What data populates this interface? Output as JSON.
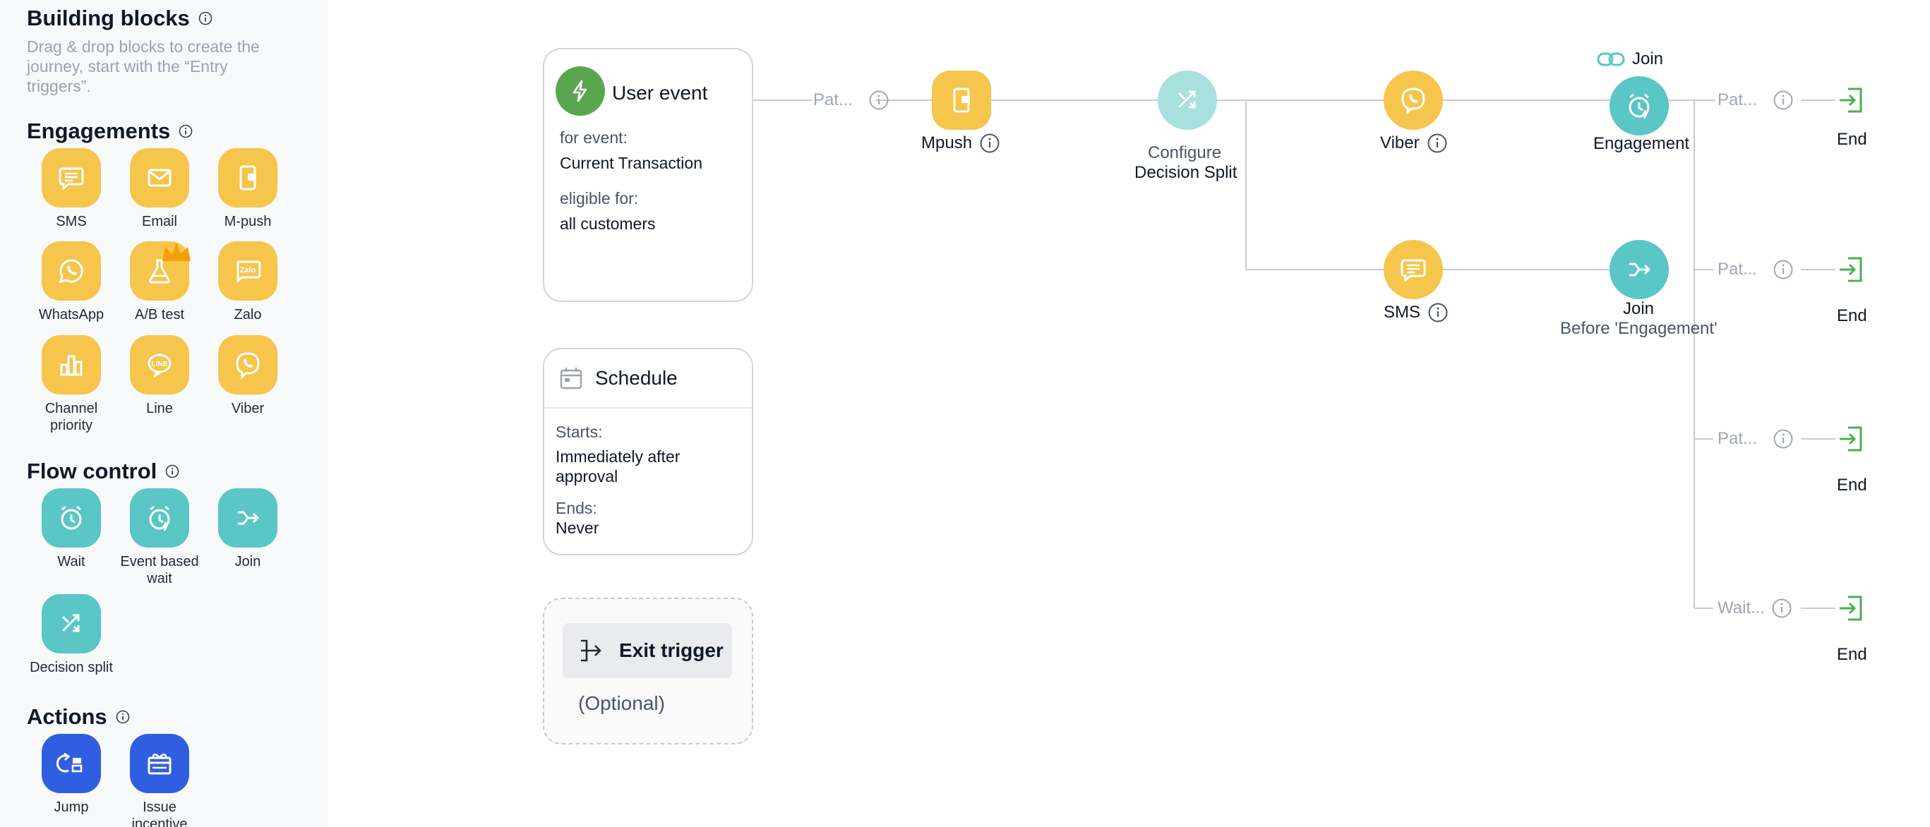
{
  "sidebar": {
    "title": "Building blocks",
    "description": "Drag & drop blocks to create the journey, start with the “Entry triggers”.",
    "engagements": {
      "title": "Engagements",
      "items": [
        {
          "label": "SMS",
          "icon": "sms-icon"
        },
        {
          "label": "Email",
          "icon": "email-icon"
        },
        {
          "label": "M-push",
          "icon": "mobile-push-icon"
        },
        {
          "label": "WhatsApp",
          "icon": "whatsapp-icon"
        },
        {
          "label": "A/B test",
          "icon": "flask-icon"
        },
        {
          "label": "Zalo",
          "icon": "zalo-icon"
        },
        {
          "label": "Channel priority",
          "icon": "bar-chart-icon"
        },
        {
          "label": "Line",
          "icon": "line-icon"
        },
        {
          "label": "Viber",
          "icon": "viber-icon"
        }
      ]
    },
    "flow_control": {
      "title": "Flow control",
      "items": [
        {
          "label": "Wait",
          "icon": "clock-icon"
        },
        {
          "label": "Event based wait",
          "icon": "event-clock-icon"
        },
        {
          "label": "Join",
          "icon": "join-icon"
        },
        {
          "label": "Decision split",
          "icon": "split-icon"
        }
      ]
    },
    "actions": {
      "title": "Actions",
      "items": [
        {
          "label": "Jump",
          "icon": "jump-icon"
        },
        {
          "label": "Issue incentive",
          "icon": "gift-icon"
        }
      ]
    },
    "zalo_text": "Zalo",
    "line_text": "LINE"
  },
  "canvas": {
    "user_event": {
      "title": "User event",
      "for_event_label": "for event:",
      "for_event_value": "Current Transaction",
      "eligible_label": "eligible for:",
      "eligible_value": "all customers"
    },
    "schedule": {
      "title": "Schedule",
      "starts_label": "Starts:",
      "starts_value": "Immediately after approval",
      "ends_label": "Ends:",
      "ends_value": "Never"
    },
    "exit_trigger": {
      "title": "Exit trigger",
      "optional": "(Optional)"
    },
    "path_label": "Pat...",
    "wait_label": "Wait...",
    "nodes": {
      "mpush": "Mpush",
      "configure": "Configure",
      "decision_split": "Decision Split",
      "viber": "Viber",
      "engagement": "Engagement",
      "join_link": "Join",
      "sms": "SMS",
      "join": "Join",
      "join_sub": "Before 'Engagement'"
    },
    "end_label": "End"
  },
  "colors": {
    "yellow": "#f6c54c",
    "teal": "#5ac6c6",
    "teal_light": "#a8e0e0",
    "blue": "#2f5fe0",
    "green": "#5aa64f",
    "end_green": "#4caf50"
  }
}
